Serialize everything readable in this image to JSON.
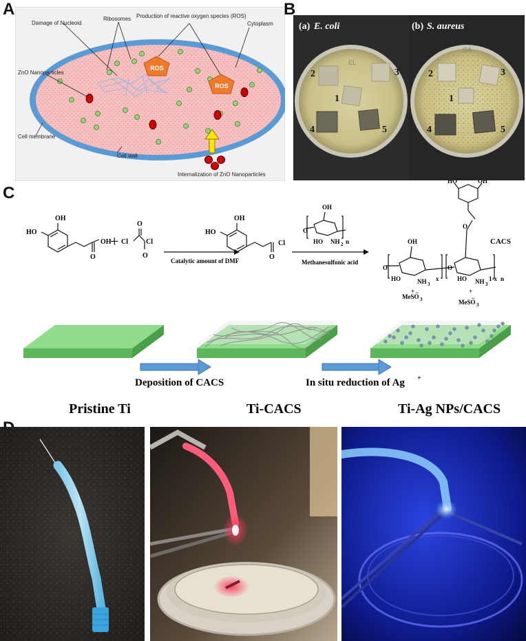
{
  "panels": {
    "a": {
      "letter": "A",
      "labels": {
        "damage_nucleoid": "Damage of Nucleoid",
        "ribosomes": "Ribosomes",
        "ros_production": "Production of reactive oxygen species (ROS)",
        "cytoplasm": "Cytoplasm",
        "zno": "ZnO Nanoparticles",
        "cell_membrane": "Cell membrane",
        "cell_wall": "Cell wall",
        "internalization": "Internalization of ZnO Nanoparticles",
        "ros": "ROS"
      }
    },
    "b": {
      "letter": "B",
      "plate_a_prefix": "(a) ",
      "plate_a_name": "E. coli",
      "plate_b_prefix": "(b) ",
      "plate_b_name": "S. aureus",
      "sample_numbers": [
        "1",
        "2",
        "3",
        "4",
        "5"
      ],
      "marker_a": "EL",
      "marker_b": "SA"
    },
    "c": {
      "letter": "C",
      "reagents": {
        "plus": "+",
        "step1": "Catalytic amount of DMF",
        "step2": "Methanesulfonic acid",
        "product": "CACS"
      },
      "chem_text": {
        "OH": "OH",
        "HO": "HO",
        "O": "O",
        "Cl": "Cl",
        "n": "n",
        "x": "x",
        "one_minus_x": "1-x",
        "NH2": "NH",
        "two": "2",
        "NH3": "NH",
        "three": "3",
        "plus_charge": "+",
        "MeSO3": "MeSO",
        "minus_charge": "−"
      },
      "arrow1": "Deposition of CACS",
      "arrow2_main": "In situ reduction of Ag",
      "arrow2_sup": "+",
      "stage1": "Pristine Ti",
      "stage2": "Ti-CACS",
      "stage3": "Ti-Ag NPs/CACS"
    },
    "d": {
      "letter": "D"
    }
  },
  "colors": {
    "membrane": "#5b9bd5",
    "cytoplasm": "#f4b6b6",
    "ros": "#ee7b2c",
    "nanoparticle": "#d10000",
    "ribosome": "#9ed07a",
    "ti_green": "#7ed07a",
    "ag_particle": "#7b93b4",
    "arrow": "#5b9bd5"
  }
}
